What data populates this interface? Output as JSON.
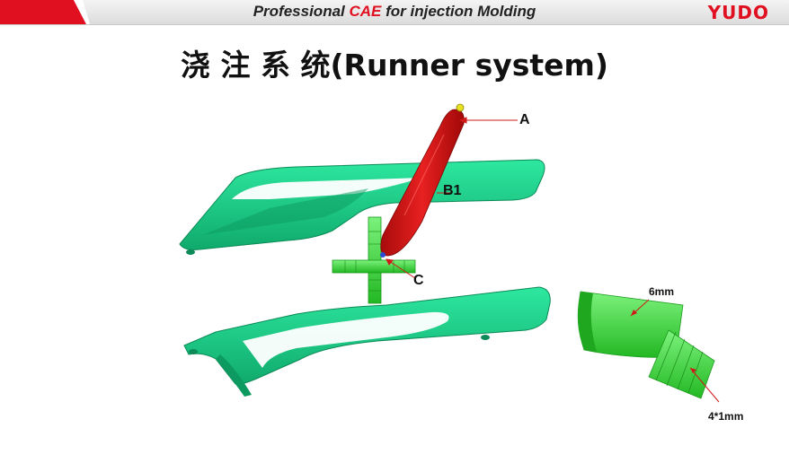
{
  "header": {
    "title_prefix": "Professional ",
    "title_accent": "CAE",
    "title_suffix": " for injection Molding",
    "brand": "YUDO"
  },
  "page_title": "浇 注 系 统(Runner system)",
  "callouts": {
    "a": "A",
    "b1": "B1",
    "c": "C"
  },
  "detail": {
    "dim_diameter": "6mm",
    "dim_tip": "4*1mm"
  },
  "colors": {
    "accent": "#e01020",
    "part_green": "#1ad08a",
    "runner_red": "#d81818",
    "runner_green": "#3fe03f"
  }
}
